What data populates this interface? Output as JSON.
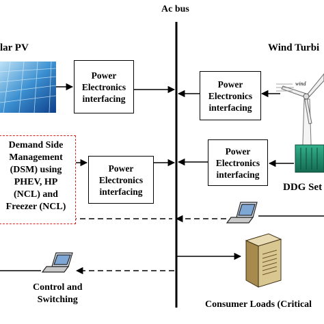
{
  "bus": {
    "label": "Ac bus"
  },
  "sources": {
    "solar": {
      "label": "lar PV"
    },
    "wind": {
      "label": "Wind Turbi",
      "tag": "wind"
    },
    "ddg": {
      "label": "DDG Set"
    }
  },
  "pe_box": {
    "line1": "Power",
    "line2": "Electronics",
    "line3": "interfacing"
  },
  "dsm": {
    "lines": [
      "Demand Side",
      "Management",
      "(DSM) using",
      "PHEV, HP",
      "(NCL) and",
      "Freezer (NCL)"
    ]
  },
  "control": {
    "line1": "Control and",
    "line2": "Switching"
  },
  "consumer": {
    "label": "Consumer Loads (Critical"
  },
  "colors": {
    "dsm_border": "#d42020",
    "line": "#000000",
    "ddg_green": "#1f8a6a"
  }
}
